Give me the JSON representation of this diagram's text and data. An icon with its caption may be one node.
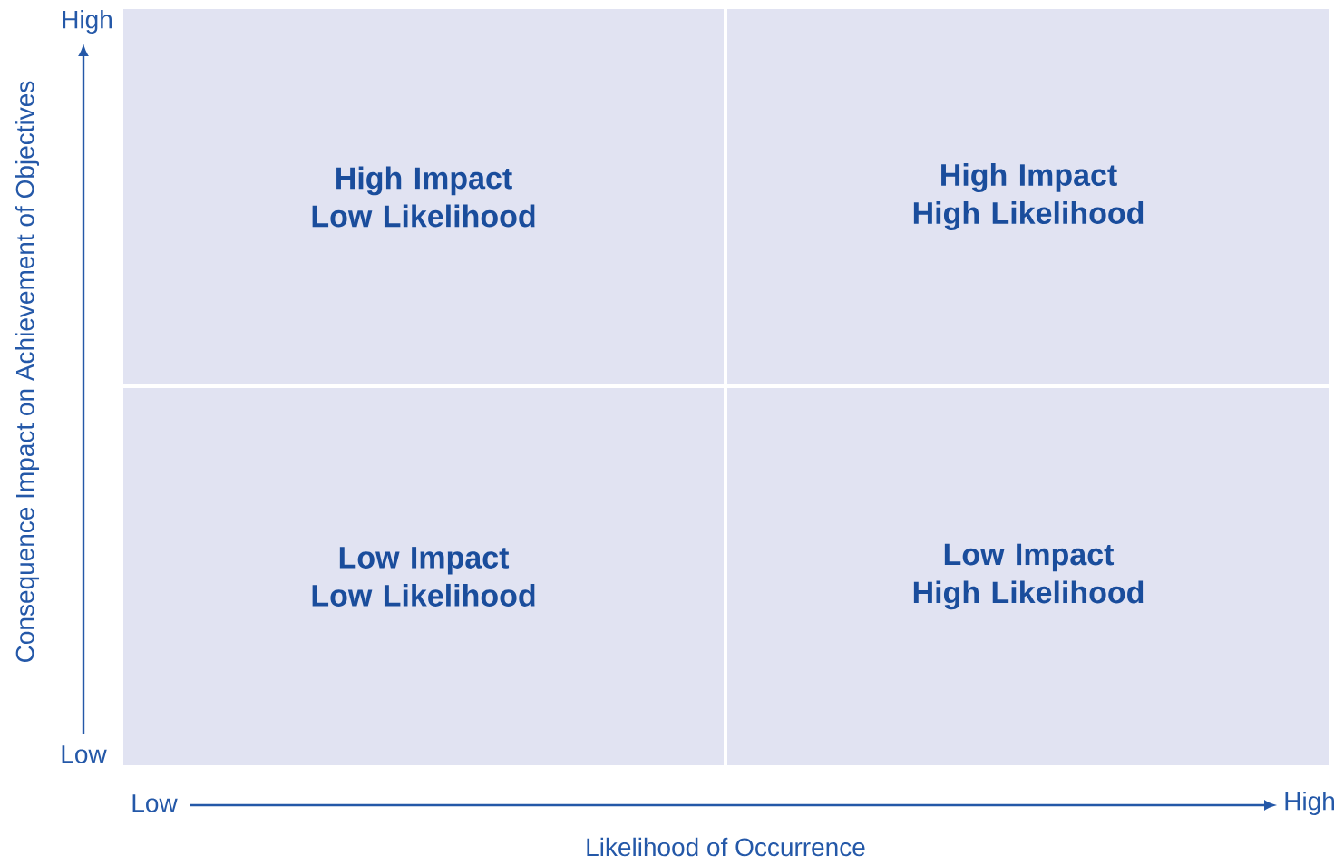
{
  "diagram": {
    "nodes": [
      {
        "text": [
          "High Impact Low Likelihood"
        ]
      },
      {
        "text": [
          "High Impact High Likelihood"
        ]
      },
      {
        "text": [
          "Low Impact Low Likelihood"
        ]
      },
      {
        "text": [
          "Low Impact High Likelihood"
        ]
      }
    ],
    "labels": [
      "High",
      "Consequence Impact on Achievement of Objectives",
      "Low",
      "Low",
      "High",
      "Likelihood of Occurrence"
    ]
  }
}
